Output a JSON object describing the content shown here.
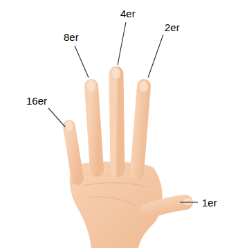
{
  "diagram": {
    "labels": [
      "16er",
      "8er",
      "4er",
      "2er",
      "1er"
    ]
  }
}
